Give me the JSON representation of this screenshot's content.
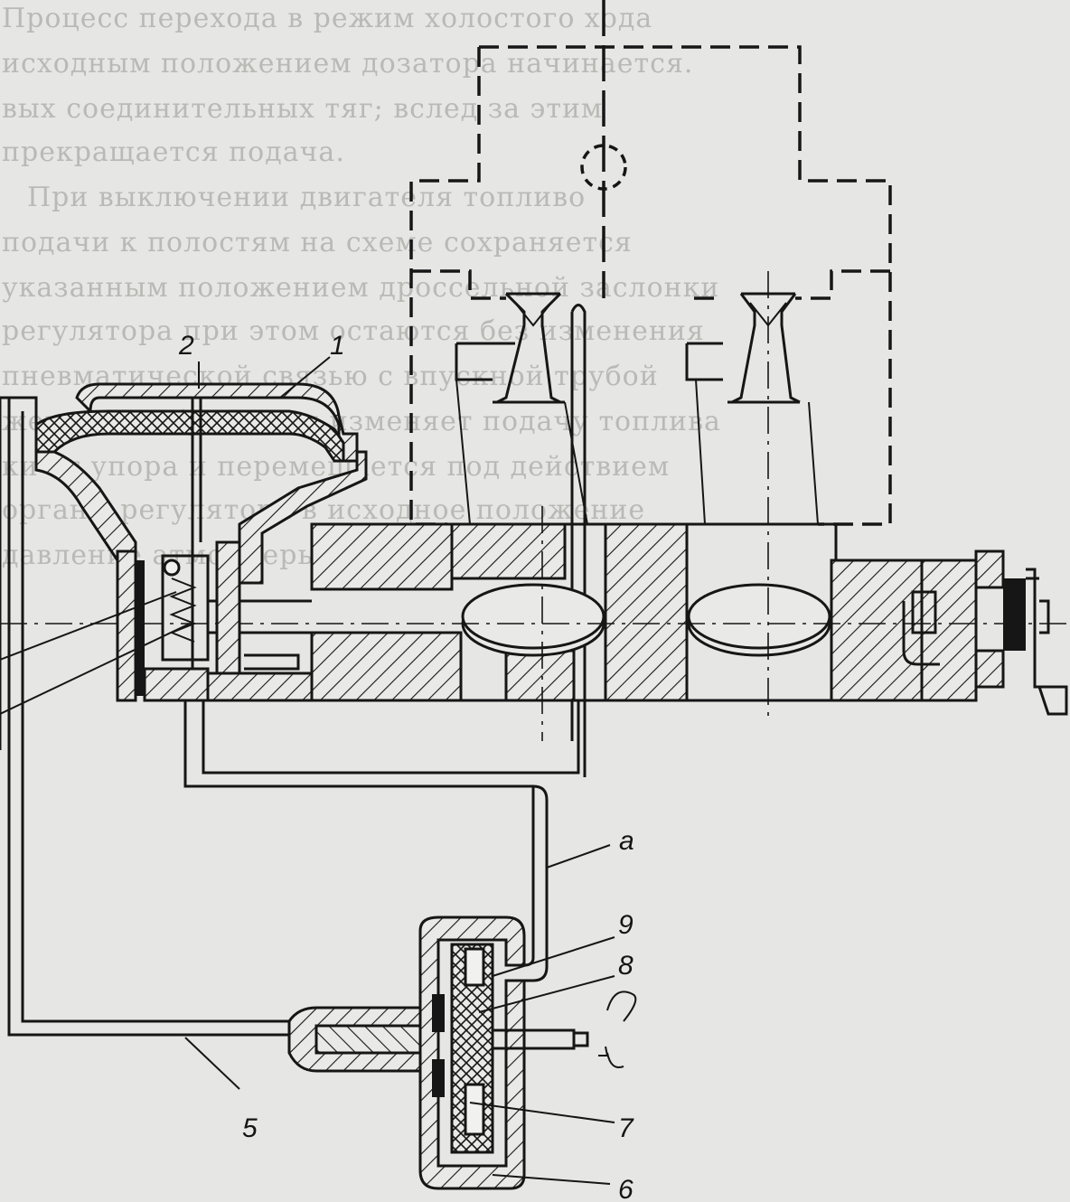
{
  "labels": {
    "l1": "1",
    "l2": "2",
    "l5": "5",
    "l6": "6",
    "l7": "7",
    "l8": "8",
    "l9": "9",
    "la": "a"
  },
  "background_text": [
    "Процесс перехода в режим холостого хода",
    "исходным положением дозатора начинается.",
    "вых соединительных тяг; вслед за этим",
    "прекращается подача.",
    "При выключении двигателя топливо",
    "подачи к полостям на схеме сохраняется",
    "указанным положением дроссельной заслонки",
    "регулятора при этом остаются без изменения",
    "пневматической связью с впускной трубой",
    "жение мембраны 1 и изменяет подачу топлива",
    "ки от упора и перемещается под действием",
    "органы регулятора в исходное положение",
    "давление атмосферы за заслонкой"
  ],
  "colors": {
    "line": "#161616",
    "paper": "#e6e6e4",
    "ghost_text": "#b9b9b6"
  }
}
